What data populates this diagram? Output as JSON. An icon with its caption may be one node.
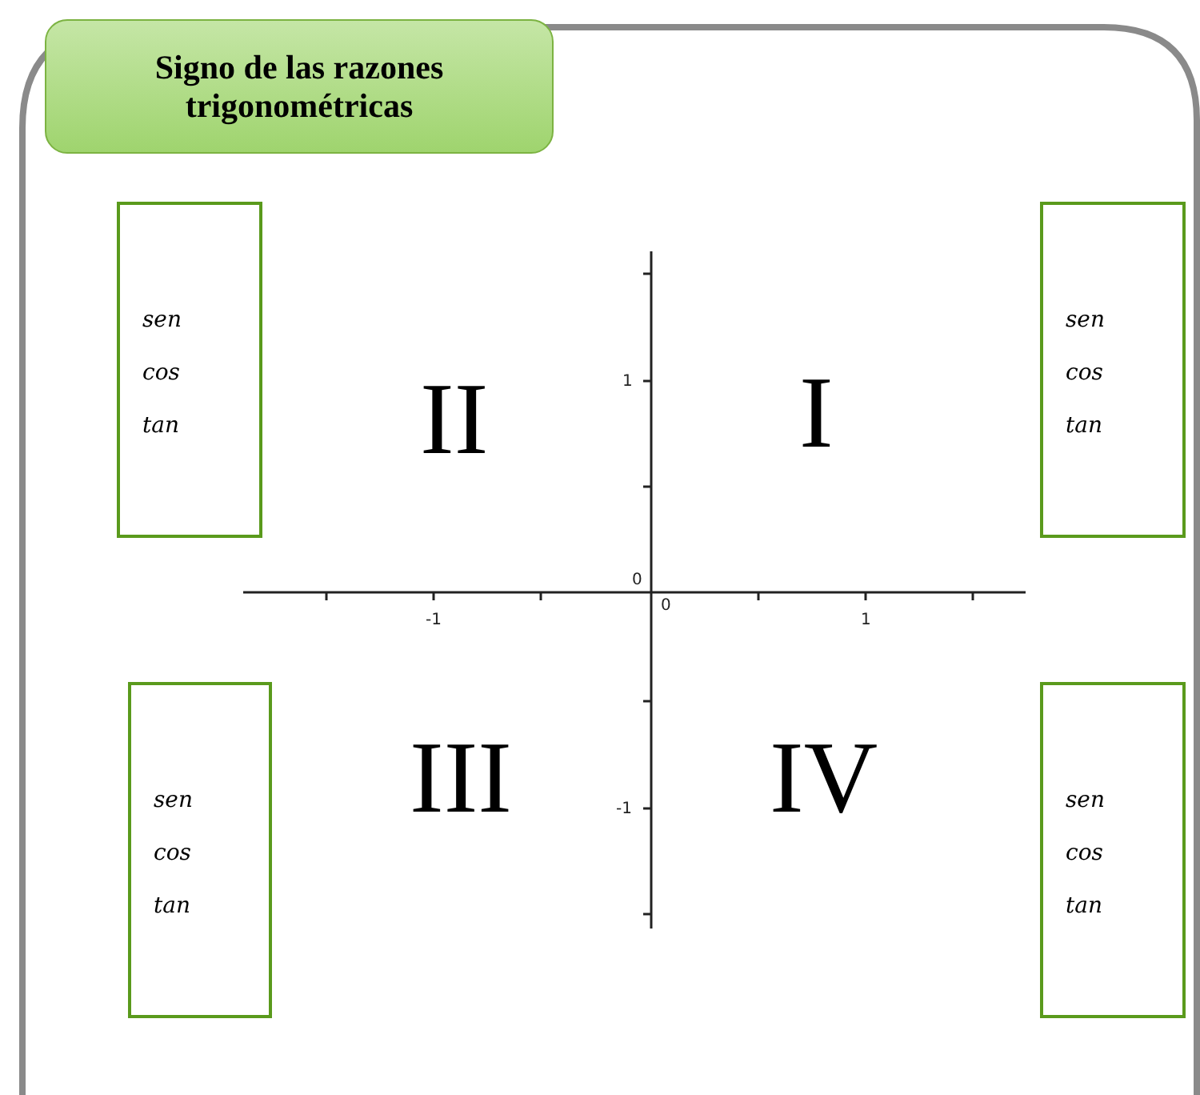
{
  "diagram": {
    "nodes": [
      {
        "text": [
          "Signo de las razones trigonométricas"
        ]
      },
      {
        "text": [
          "sen",
          "cos",
          "tan"
        ]
      },
      {
        "text": [
          "sen",
          "cos",
          "tan"
        ]
      },
      {
        "text": [
          "sen",
          "cos",
          "tan"
        ]
      },
      {
        "text": [
          "sen",
          "cos",
          "tan"
        ]
      }
    ],
    "labels": [
      "II",
      "1",
      "I",
      "0",
      "-1",
      "0",
      "1",
      "III",
      "-1",
      "IV"
    ]
  }
}
